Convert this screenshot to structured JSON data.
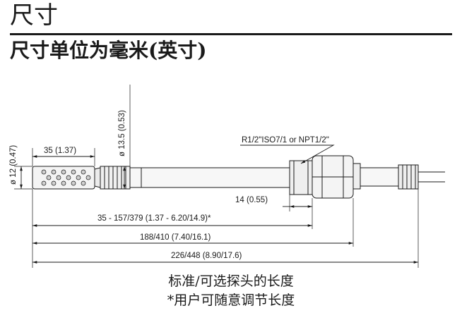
{
  "title": "尺寸",
  "subtitle": "尺寸单位为毫米(英寸)",
  "dimensions": {
    "probe_diameter": "ø 12 (0.47)",
    "collar_diameter": "ø 13.5 (0.53)",
    "filter_length": "35 (1.37)",
    "thread_spec": "R1/2\"ISO7/1 or NPT1/2\"",
    "thread_length": "14 (0.55)",
    "probe_length": "35 - 157/379 (1.37 - 6.20/14.9)*",
    "body_length": "188/410 (7.40/16.1)",
    "total_length": "226/448 (8.90/17.6)"
  },
  "notes": {
    "line1": "标准/可选探头的长度",
    "line2": "*用户可随意调节长度"
  }
}
